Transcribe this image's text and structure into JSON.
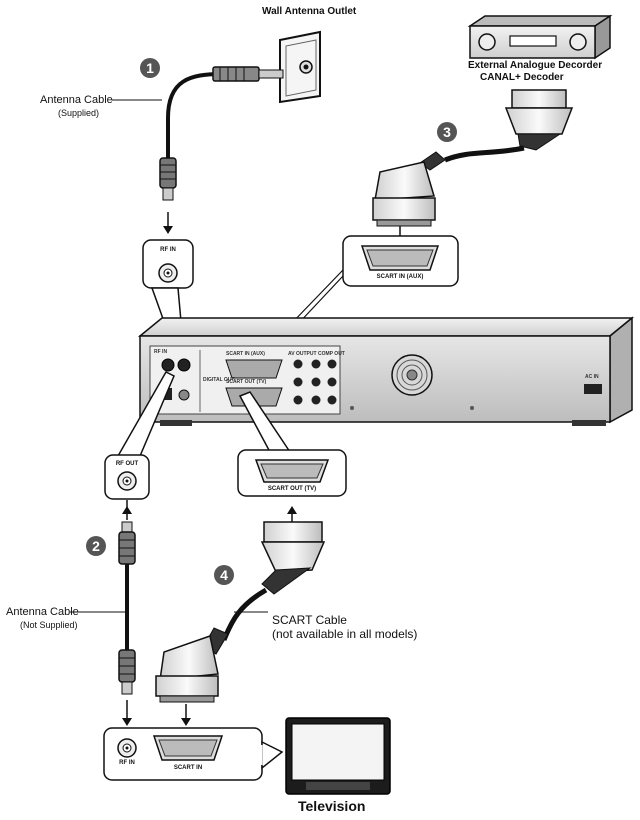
{
  "title": "Wall Antenna Outlet",
  "decoder": {
    "line1": "External Analogue Decorder",
    "line2": "CANAL+ Decoder"
  },
  "steps": [
    "1",
    "2",
    "3",
    "4"
  ],
  "cables": {
    "antenna_top": {
      "name": "Antenna Cable",
      "note": "(Supplied)"
    },
    "antenna_bottom": {
      "name": "Antenna Cable",
      "note": "(Not Supplied)"
    },
    "scart": {
      "name": "SCART Cable",
      "note": "(not available in all models)"
    }
  },
  "ports": {
    "rf_in": "RF IN",
    "rf_out": "RF OUT",
    "scart_in_aux": "SCART IN (AUX)",
    "scart_out_tv": "SCART OUT (TV)",
    "tv_rf_in": "RF IN",
    "tv_scart_in": "SCART IN"
  },
  "recorder_panel": {
    "rf_label": "RF IN",
    "digital_out": "DIGITAL OUT",
    "scart_aux": "SCART IN (AUX)",
    "scart_tv": "SCART OUT (TV)",
    "av_out": "AV OUTPUT",
    "comp_out": "COMP OUT",
    "power": "AC IN"
  },
  "television": "Television",
  "colors": {
    "line": "#111111",
    "body": "#d4d4d4",
    "panel": "#ececec",
    "step": "#555555"
  }
}
